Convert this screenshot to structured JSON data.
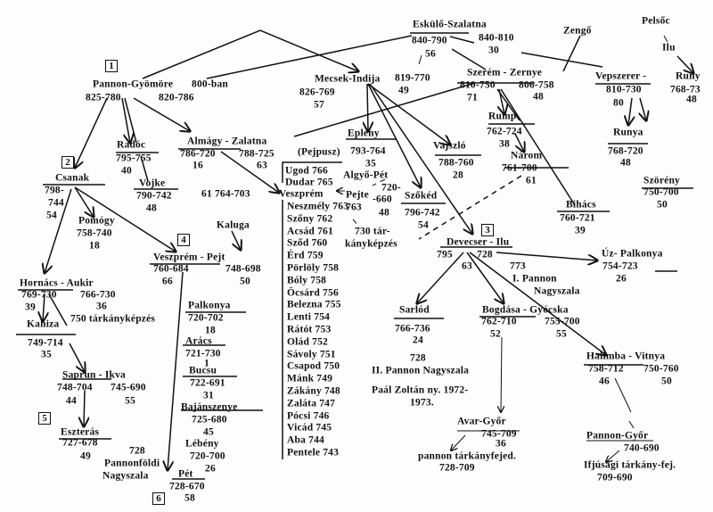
{
  "markers": {
    "m1": "1",
    "m2": "2",
    "m3": "3",
    "m4": "4",
    "m5": "5",
    "m6": "6"
  },
  "labels": {
    "pg_name": "Pannon-Gyömöre",
    "pg_800": "800-ban",
    "pg_y1": "825-780",
    "pg_y2": "820-786",
    "esk_name": "Eskülő-Szalatna",
    "esk_y1": "840-790",
    "esk_y2": "840-810",
    "esk_n1": "56",
    "esk_n2": "30",
    "zengo": "Zengő",
    "pelsoc": "Pelsőc",
    "ilu": "Ilu",
    "mec_name": "Mecsek-Indija",
    "mec_y2": "819-770",
    "mec_y1": "826-769",
    "mec_n1": "57",
    "mec_n2": "49",
    "sz_name": "Szerém - Zernye",
    "sz_y1": "810-750",
    "sz_y2": "806-758",
    "sz_n1": "71",
    "sz_n2": "48",
    "vep_name": "Vepszerer -",
    "runy_name": "Runy",
    "vep_y1": "810-730",
    "runy_y": "768-73",
    "vep_n": "80",
    "runy_n": "48",
    "rump": "Rump",
    "rump_y": "762-724",
    "rump_n": "38",
    "runya": "Runya",
    "runya_y": "768-720",
    "runya_n": "48",
    "epleny": "Epleny",
    "pejpusz": "(Pejpusz)",
    "epleny_y": "793-764",
    "epleny_n": "35",
    "vajszlo": "Vajszló",
    "vajszlo_y": "788-760",
    "vajszlo_n": "28",
    "narom": "Nárom",
    "narom_y": "761-700",
    "narom_n": "61",
    "alm_name": "Almágy - Zalatna",
    "alm_y1": "786-720",
    "alm_y2": "788-725",
    "alm_n1": "16",
    "alm_n2": "63",
    "csanak": "Csanak",
    "csanak_y1": "798-",
    "csanak_y2": "744",
    "csanak_n": "54",
    "radoc": "Radóc",
    "radoc_y": "795-755",
    "radoc_n": "40",
    "vojke": "Vojke",
    "vojke_y": "790-742",
    "vojke_n": "48",
    "alm_extra": "61  764-703",
    "algyo": "Algyő-Pét",
    "pejte": "Pejte",
    "pejte_y": "763",
    "algyo_y1": "720-",
    "algyo_y2": "-660",
    "algyo_n": "48",
    "tar1": "730 tár-",
    "tar2": "kányképzés",
    "szoked": "Szőkéd",
    "szoked_y": "796-742",
    "szoked_n": "54",
    "bihacs": "Bihács",
    "bihacs_y": "760-721",
    "bihacs_n": "39",
    "szoreny": "Szörény",
    "szoreny_y": "750-700",
    "szoreny_n": "50",
    "pomogy": "Pomógy",
    "pomogy_y": "758-740",
    "pomogy_n": "18",
    "kaluga": "Kaluga",
    "vp_name": "Veszprém - Pejt",
    "vp_y1": "760-684",
    "vp_y2": "748-698",
    "vp_n1": "66",
    "vp_n2": "50",
    "dev_name": "Devecser - Ilu",
    "dev_y1": "795",
    "dev_y2": "728",
    "dev_n": "63",
    "dev_773": "773",
    "dev_ip1": "I. Pannon",
    "dev_ip2": "Nagyszala",
    "uz": "Úz- Palkonya",
    "uz_y": "754-723",
    "uz_n": "26",
    "horn": "Hornács - Aukir",
    "horn_y1": "769-730",
    "horn_y2": "766-730",
    "horn_n1": "39",
    "horn_n2": "36",
    "horn_tar": "750 tárkányképzés",
    "kahiza": "Kahiza",
    "kahiza_y": "749-714",
    "kahiza_n": "35",
    "sarlod": "Sarlód",
    "sarlod_y": "766-736",
    "sarlod_n": "24",
    "bog": "Bogdása - Gyócska",
    "bog_y1": "762-710",
    "bog_y2": "755-700",
    "bog_n1": "52",
    "bog_n2": "55",
    "hal": "Halimba - Vitnya",
    "hal_y1": "758-712",
    "hal_y2": "750-760",
    "hal_n1": "46",
    "hal_n2": "50",
    "palk": "Palkonya",
    "palk_y": "720-702",
    "palk_n": "18",
    "aracs": "Arács",
    "aracs_y": "721-730",
    "aracs_n": "1",
    "bucsu": "Bucsu",
    "bucsu_y": "722-691",
    "bucsu_n": "31",
    "bajan": "Bajánszenye",
    "bajan_y": "725-680",
    "bajan_n": "45",
    "lebeny": "Lébény",
    "lebeny_y": "720-700",
    "lebeny_n": "26",
    "saprun": "Saprun - Ikva",
    "saprun_y1": "748-704",
    "saprun_y2": "745-690",
    "saprun_n1": "44",
    "saprun_n2": "55",
    "eszt": "Eszterás",
    "eszt_y": "727-678",
    "eszt_n": "49",
    "pf_728": "728",
    "pf1": "Pannonföldi",
    "pf2": "Nagyszala",
    "pet": "Pét",
    "pet_y": "728-670",
    "pet_n": "58",
    "ii_728": "728",
    "ii_name": "II. Pannon Nagyszala",
    "paal1": "Paál Zoltán ny.  1972-",
    "paal2": "1973.",
    "avar": "Avar-Győr",
    "avar_y": "745-709",
    "avar_n": "36",
    "avar_f1": "pannon tárkányfejed.",
    "avar_f2": "728-709",
    "pgyor": "Pannon-Győr",
    "pgyor_y": "740-690",
    "pgyor_f1": "Ifjúsági tárkány-fej.",
    "pgyor_f2": "709-690"
  },
  "veszprem_list": {
    "head": [
      "Ugod 766",
      "Dudar 765"
    ],
    "center": "Veszprém",
    "items": [
      "Neszmély 763",
      "Szőny 762",
      "Acsád 761",
      "Sződ 760",
      "Érd 759",
      "Pörlöly 758",
      "Bóly 758",
      "Öcsárd 756",
      "Belezna 755",
      "Lenti 754",
      "Rátót 753",
      "Olád 752",
      "Sávoly 751",
      "Csapod 750",
      "Mánk 749",
      "Zákány 748",
      "Zaláta 747",
      "Pócsi 746",
      "Vicád 745",
      "Aba 744",
      "Pentele 743"
    ]
  }
}
